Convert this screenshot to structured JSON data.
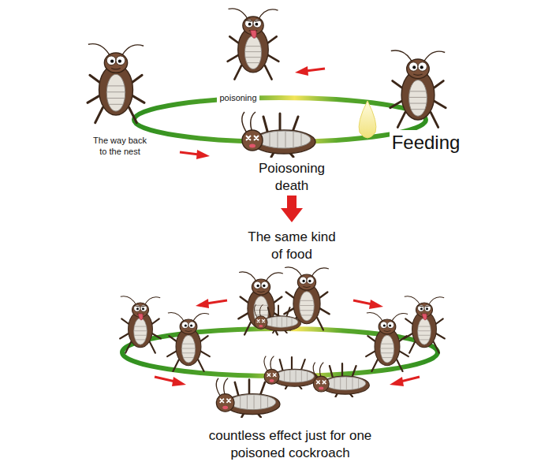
{
  "diagram": {
    "caption": "countless effect just for one poisoned cockroach",
    "labels": [
      "poisoning",
      "The way back to the nest",
      "Feeding",
      "Poiosoning death",
      "The same kind of food"
    ]
  }
}
